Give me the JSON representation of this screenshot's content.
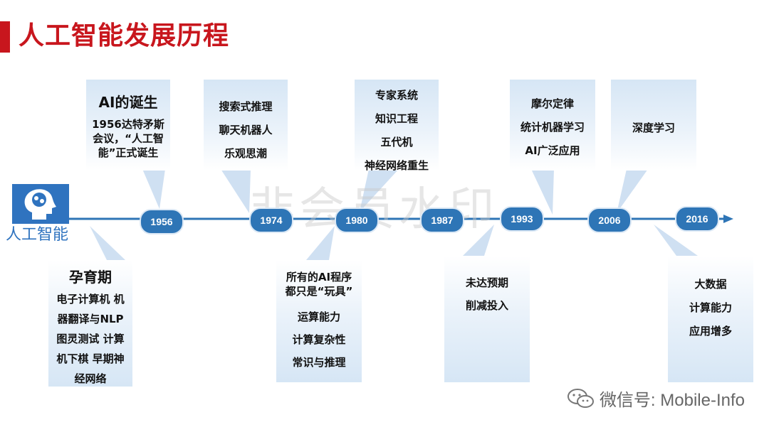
{
  "title": "人工智能发展历程",
  "watermark": "非会员水印",
  "logo_text": "人工智能",
  "wechat_text": "微信号: Mobile-Info",
  "colors": {
    "accent": "#c8161d",
    "timeline": "#2e75b6",
    "card": "#d6e6f5"
  },
  "years": [
    "1956",
    "1974",
    "1980",
    "1987",
    "1993",
    "2006",
    "2016"
  ],
  "cards": {
    "birth": {
      "head": "AI的诞生",
      "lines": [
        "1956达特矛斯",
        "会议，“人工智",
        "能”正式诞生"
      ]
    },
    "search": {
      "lines": [
        "搜索式推理",
        "聊天机器人",
        "乐观思潮"
      ]
    },
    "expert": {
      "lines": [
        "专家系统",
        "知识工程",
        "五代机",
        "神经网络重生"
      ]
    },
    "moore": {
      "lines": [
        "摩尔定律",
        "统计机器学习",
        "AI广泛应用"
      ]
    },
    "deep": {
      "lines": [
        "深度学习"
      ]
    },
    "incubation": {
      "head": "孕育期",
      "lines": [
        "电子计算机 机",
        "器翻译与NLP",
        "图灵测试 计算",
        "机下棋 早期神",
        "经网络"
      ]
    },
    "toy": {
      "lines": [
        "所有的AI程序",
        "都只是“玩具”",
        "运算能力",
        "计算复杂性",
        "常识与推理"
      ]
    },
    "funding": {
      "lines": [
        "未达预期",
        "削减投入"
      ]
    },
    "bigdata": {
      "lines": [
        "大数据",
        "计算能力",
        "应用增多"
      ]
    }
  }
}
